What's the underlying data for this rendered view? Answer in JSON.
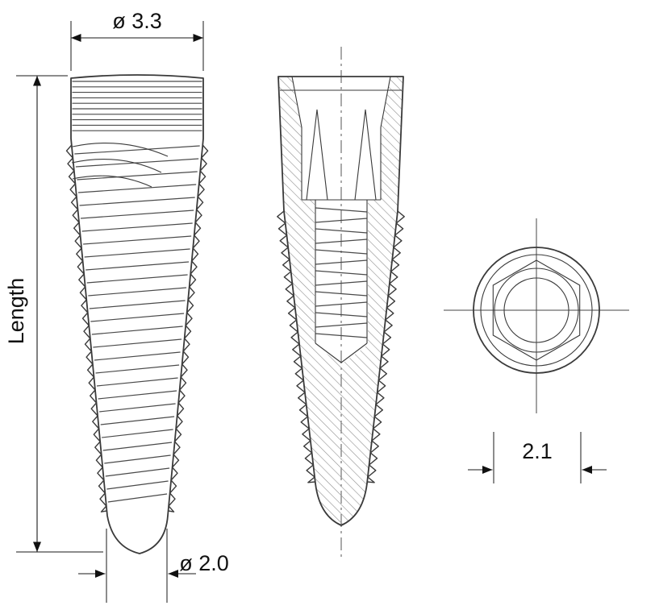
{
  "drawing": {
    "dimensions": {
      "top_diameter": "ø 3.3",
      "length": "Length",
      "tip_diameter": "ø 2.0",
      "hex_width": "2.1"
    },
    "colors": {
      "background": "#ffffff",
      "geometry_line": "#3a3a3a",
      "dimension_line": "#1a1a1a",
      "hatch_line": "#8f8f8f"
    }
  }
}
